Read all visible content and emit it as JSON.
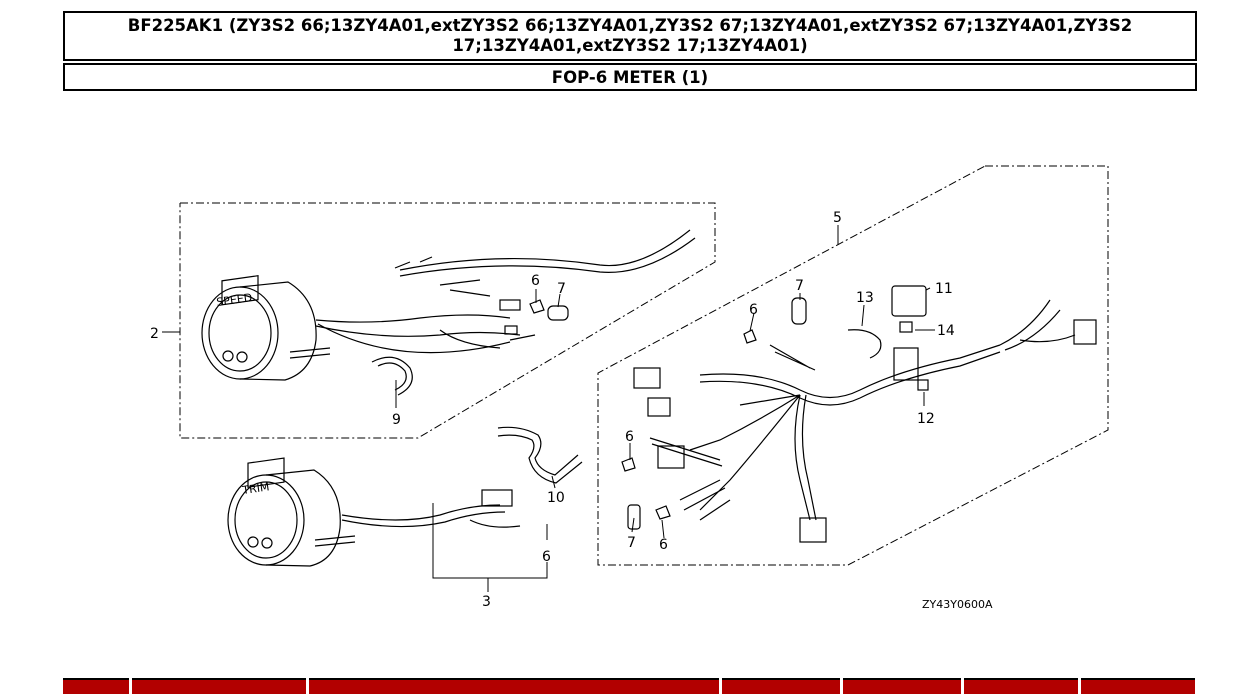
{
  "header": {
    "model_line_1": "BF225AK1 (ZY3S2 66;13ZY4A01,extZY3S2 66;13ZY4A01,ZY3S2 67;13ZY4A01,extZY3S2 67;13ZY4A01,ZY3S2",
    "model_line_2": "17;13ZY4A01,extZY3S2 17;13ZY4A01)",
    "section_title": "FOP-6 METER (1)"
  },
  "diagram": {
    "callouts": {
      "c2": "2",
      "c3": "3",
      "c5": "5",
      "c6a": "6",
      "c6b": "6",
      "c6c": "6",
      "c6d": "6",
      "c6e": "6",
      "c7a": "7",
      "c7b": "7",
      "c7c": "7",
      "c9": "9",
      "c10": "10",
      "c11": "11",
      "c12": "12",
      "c13": "13",
      "c14": "14"
    },
    "meter_face_label": "SPEED",
    "meter_face_label_2": "TRIM",
    "drawing_code": "ZY43Y0600A"
  },
  "colors": {
    "table_header": "#b20000",
    "line": "#000000"
  }
}
